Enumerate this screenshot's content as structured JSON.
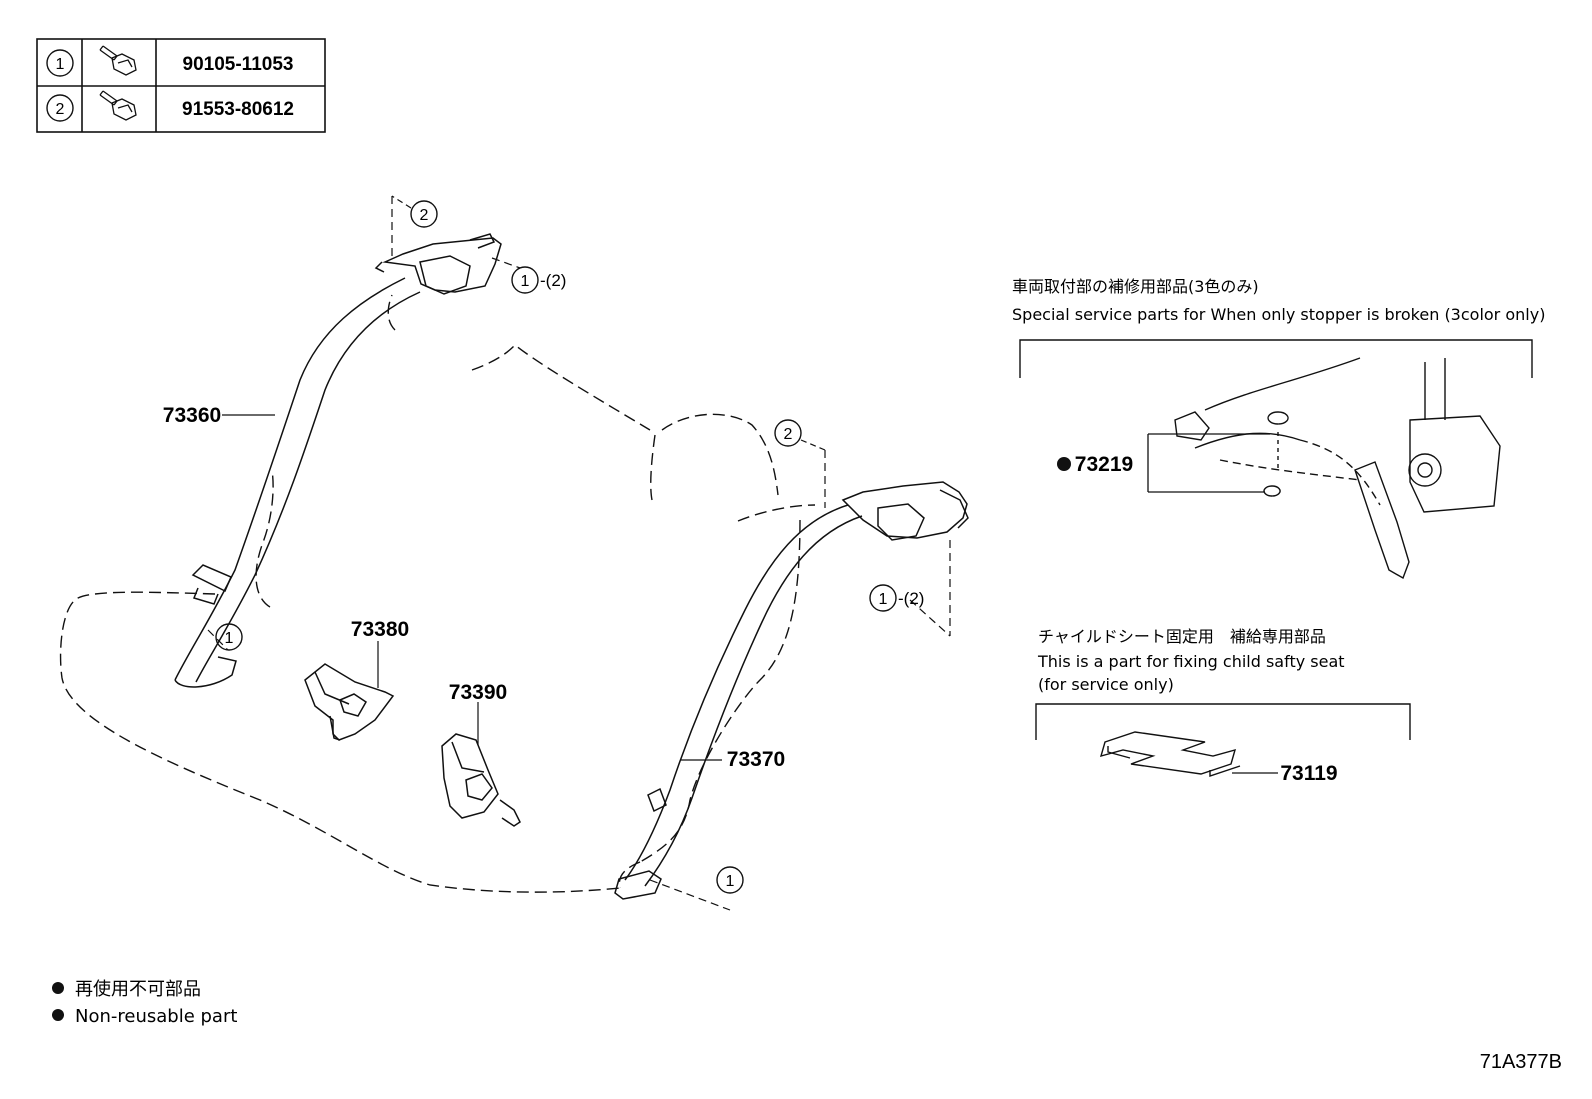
{
  "fastener_table": {
    "rows": [
      {
        "ref": "1",
        "part_no": "90105-11053",
        "icon": "flange-bolt-icon"
      },
      {
        "ref": "2",
        "part_no": "91553-80612",
        "icon": "flange-bolt-icon"
      }
    ]
  },
  "parts": {
    "belt_left": "73360",
    "belt_right": "73370",
    "buckle_a": "73380",
    "buckle_b": "73390",
    "stopper_kit": "73219",
    "child_seat_part": "73119"
  },
  "callouts": {
    "ref1": "1",
    "ref2": "2",
    "ref1_alt": "-(2)"
  },
  "special_parts_note": {
    "jp": "車両取付部の補修用部品(3色のみ)",
    "en": "Special service parts for When only stopper is broken (3color only)"
  },
  "child_seat_note": {
    "jp": "チャイルドシート固定用　補給専用部品",
    "en_line1": "This is a part for fixing child safty seat",
    "en_line2": "(for service only)"
  },
  "legend": {
    "jp": "再使用不可部品",
    "en": "Non-reusable part"
  },
  "diagram_code": "71A377B"
}
